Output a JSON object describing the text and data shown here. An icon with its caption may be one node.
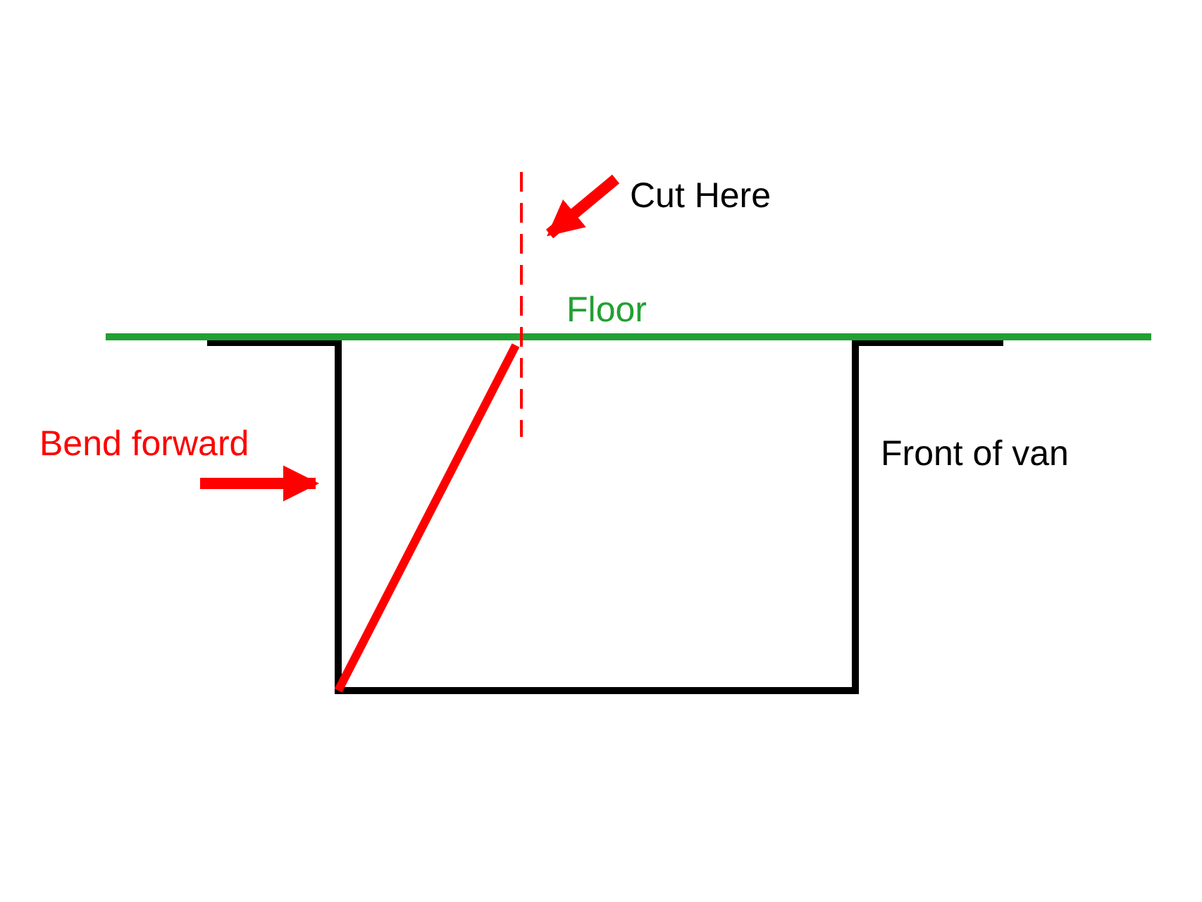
{
  "diagram": {
    "labels": [
      "Cut Here",
      "Floor",
      "Bend forward",
      "Front of van"
    ]
  }
}
